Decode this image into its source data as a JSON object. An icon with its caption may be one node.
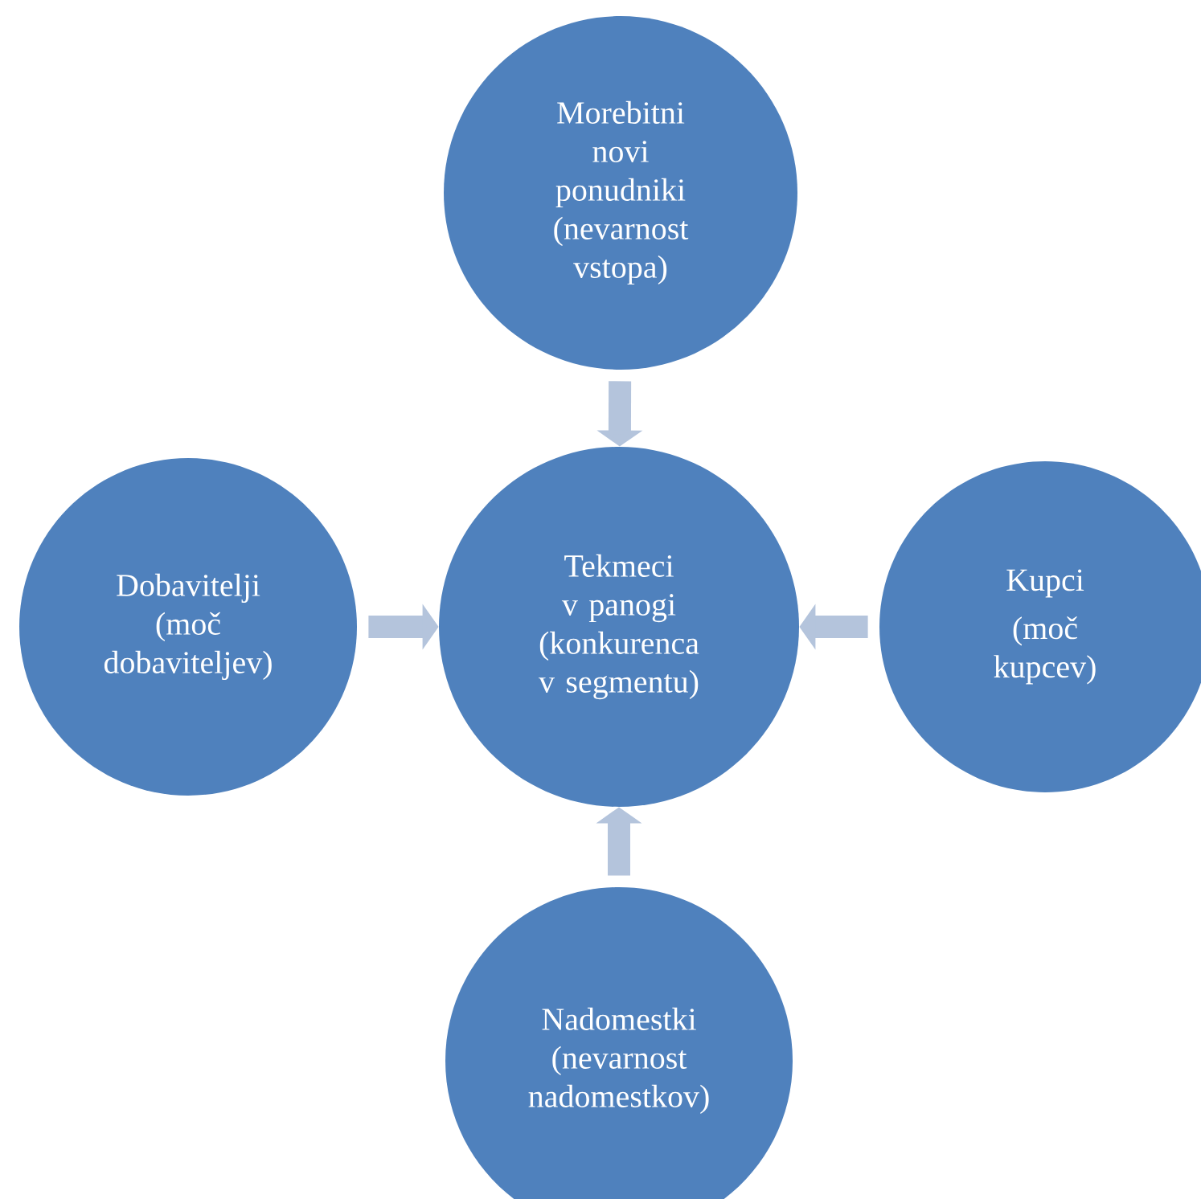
{
  "diagram": {
    "nodes": [
      {
        "text": [
          "Morebitni novi ponudniki (nevarnost vstopa)"
        ]
      },
      {
        "text": [
          "Dobavitelji (moč dobaviteljev)"
        ]
      },
      {
        "text": [
          "Tekmeci v panogi (konkurenca v segmentu)"
        ]
      },
      {
        "text": [
          "Kupci",
          "(moč kupcev)"
        ]
      },
      {
        "text": [
          "Nadomestki (nevarnost nadomestkov)"
        ]
      }
    ],
    "edges": [
      {
        "from": 0,
        "to": 2,
        "arrow": "to"
      },
      {
        "from": 1,
        "to": 2,
        "arrow": "to"
      },
      {
        "from": 3,
        "to": 2,
        "arrow": "to"
      },
      {
        "from": 4,
        "to": 2,
        "arrow": "to"
      }
    ]
  }
}
